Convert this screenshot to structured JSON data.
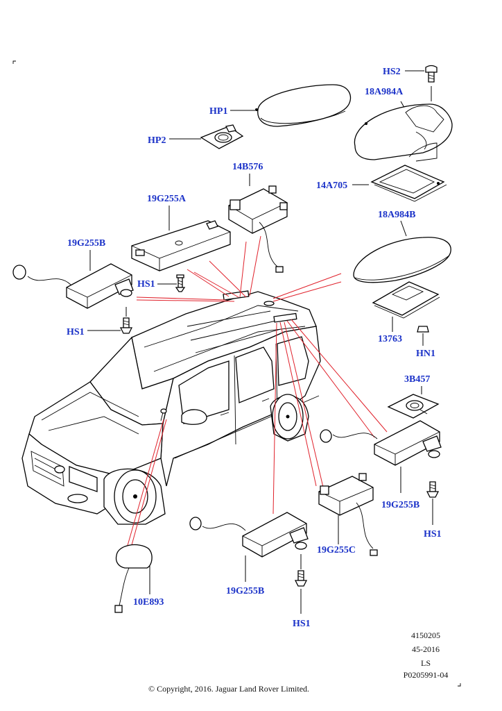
{
  "labels": {
    "hs2": "HS2",
    "p18a984a": "18A984A",
    "hp1": "HP1",
    "hp2": "HP2",
    "p14b576": "14B576",
    "p14a705": "14A705",
    "p19g255a": "19G255A",
    "p18a984b": "18A984B",
    "p19g255b_left": "19G255B",
    "hs1_top": "HS1",
    "hs1_left": "HS1",
    "p13763": "13763",
    "hn1": "HN1",
    "p3b457": "3B457",
    "p19g255b_right": "19G255B",
    "hs1_right": "HS1",
    "p19g255c": "19G255C",
    "p19g255b_bottom": "19G255B",
    "hs1_bottom": "HS1",
    "p10e893": "10E893"
  },
  "meta": {
    "code1": "4150205",
    "code2": "45-2016",
    "code3": "LS",
    "code4": "P0205991-04",
    "copyright": "© Copyright, 2016. Jaguar Land Rover Limited."
  }
}
